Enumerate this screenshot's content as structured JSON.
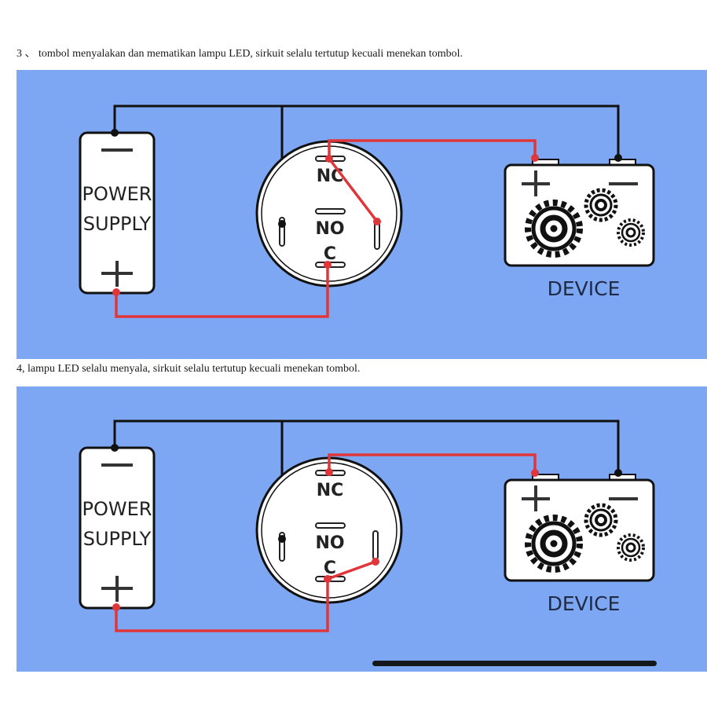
{
  "captions": {
    "diagram_3": "3 、 tombol menyalakan dan mematikan lampu LED, sirkuit selalu tertutup kecuali menekan tombol.",
    "diagram_4": "4, lampu LED selalu menyala, sirkuit selalu tertutup kecuali menekan tombol."
  },
  "diagrams": [
    {
      "power_supply": {
        "line1": "POWER",
        "line2": "SUPPLY",
        "minus": "—",
        "plus": "+"
      },
      "switch": {
        "nc": "NC",
        "no": "NO",
        "c": "C",
        "state": "NC-closed"
      },
      "device": {
        "label": "DEVICE",
        "plus": "+",
        "minus": "—"
      }
    },
    {
      "power_supply": {
        "line1": "POWER",
        "line2": "SUPPLY",
        "minus": "—",
        "plus": "+"
      },
      "switch": {
        "nc": "NC",
        "no": "NO",
        "c": "C",
        "state": "C-linked"
      },
      "device": {
        "label": "DEVICE",
        "plus": "+",
        "minus": "—"
      }
    }
  ],
  "colors": {
    "panel_bg": "#7ea7f3",
    "wire_black": "#111111",
    "wire_red": "#e0363a"
  }
}
